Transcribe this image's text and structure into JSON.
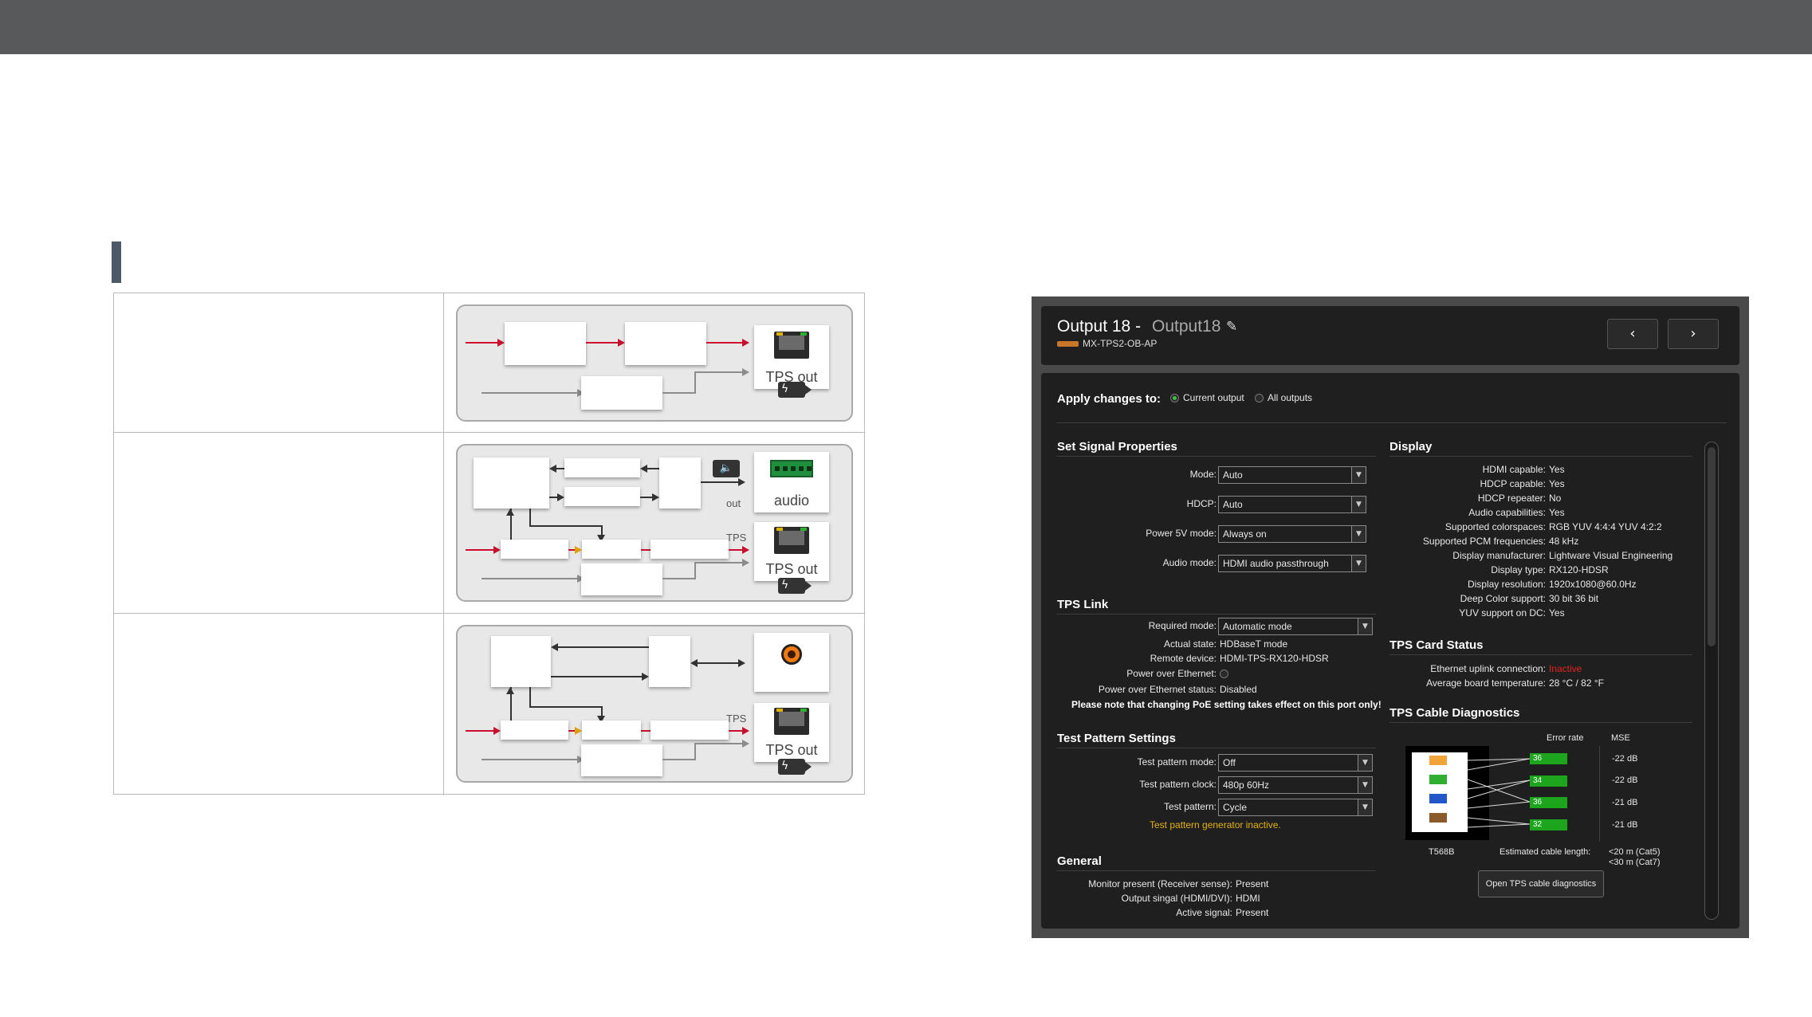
{
  "page": {
    "diagrams": {
      "row1": {
        "port_label": "TPS out"
      },
      "row2": {
        "audio_label": "audio",
        "out_label": "out",
        "tps_label": "TPS",
        "port_label": "TPS out"
      },
      "row3": {
        "tps_label": "TPS",
        "port_label": "TPS out"
      }
    }
  },
  "app": {
    "header": {
      "title": "Output 18 -",
      "name": "Output18",
      "model": "MX-TPS2-OB-AP",
      "prev_icon": "‹",
      "next_icon": "›"
    },
    "apply": {
      "label": "Apply changes to:",
      "option_current": "Current output",
      "option_all": "All outputs",
      "selected": "Current output"
    },
    "signal": {
      "title": "Set Signal Properties",
      "fields": [
        {
          "label": "Mode:",
          "value": "Auto"
        },
        {
          "label": "HDCP:",
          "value": "Auto"
        },
        {
          "label": "Power 5V mode:",
          "value": "Always on"
        },
        {
          "label": "Audio mode:",
          "value": "HDMI audio passthrough"
        }
      ]
    },
    "tps_link": {
      "title": "TPS Link",
      "required_label": "Required mode:",
      "required_value": "Automatic mode",
      "rows": [
        {
          "label": "Actual state:",
          "value": "HDBaseT mode"
        },
        {
          "label": "Remote device:",
          "value": "HDMI-TPS-RX120-HDSR"
        },
        {
          "label": "Power over Ethernet:",
          "value": ""
        },
        {
          "label": "Power over Ethernet status:",
          "value": "Disabled"
        }
      ],
      "note": "Please note that changing PoE setting takes effect on this port only!"
    },
    "test_pattern": {
      "title": "Test Pattern Settings",
      "fields": [
        {
          "label": "Test pattern mode:",
          "value": "Off"
        },
        {
          "label": "Test pattern clock:",
          "value": "480p 60Hz"
        },
        {
          "label": "Test pattern:",
          "value": "Cycle"
        }
      ],
      "status": "Test pattern generator inactive."
    },
    "general": {
      "title": "General",
      "rows": [
        {
          "label": "Monitor present (Receiver sense):",
          "value": "Present"
        },
        {
          "label": "Output singal (HDMI/DVI):",
          "value": "HDMI"
        },
        {
          "label": "Active signal:",
          "value": "Present"
        }
      ]
    },
    "display": {
      "title": "Display",
      "rows": [
        {
          "label": "HDMI capable:",
          "value": "Yes"
        },
        {
          "label": "HDCP capable:",
          "value": "Yes"
        },
        {
          "label": "HDCP repeater:",
          "value": "No"
        },
        {
          "label": "Audio capabilities:",
          "value": "Yes"
        },
        {
          "label": "Supported colorspaces:",
          "value": "RGB YUV 4:4:4 YUV 4:2:2"
        },
        {
          "label": "Supported PCM frequencies:",
          "value": "48 kHz"
        },
        {
          "label": "Display manufacturer:",
          "value": "Lightware Visual Engineering"
        },
        {
          "label": "Display type:",
          "value": "RX120-HDSR"
        },
        {
          "label": "Display resolution:",
          "value": "1920x1080@60.0Hz"
        },
        {
          "label": "Deep Color support:",
          "value": "30 bit 36 bit"
        },
        {
          "label": "YUV support on DC:",
          "value": "Yes"
        }
      ]
    },
    "card_status": {
      "title": "TPS Card Status",
      "ethernet_label": "Ethernet uplink connection:",
      "ethernet_value": "Inactive",
      "temp_label": "Average board temperature:",
      "temp_value": "28 °C / 82 °F"
    },
    "cable_diag": {
      "title": "TPS Cable Diagnostics",
      "error_rate_header": "Error rate",
      "mse_header": "MSE",
      "pairs": [
        {
          "error_rate": "36",
          "mse": "-22 dB"
        },
        {
          "error_rate": "34",
          "mse": "-22 dB"
        },
        {
          "error_rate": "36",
          "mse": "-21 dB"
        },
        {
          "error_rate": "32",
          "mse": "-21 dB"
        }
      ],
      "standard": "T568B",
      "length_label": "Estimated cable length:",
      "length_cat5": "<20 m (Cat5)",
      "length_cat7": "<30 m (Cat7)",
      "open_button": "Open TPS cable diagnostics"
    },
    "colors": {
      "accent_green": "#1da51d",
      "warning_yellow": "#e3b317",
      "error_red": "#e0251f",
      "model_bar": "#c8762a"
    }
  }
}
